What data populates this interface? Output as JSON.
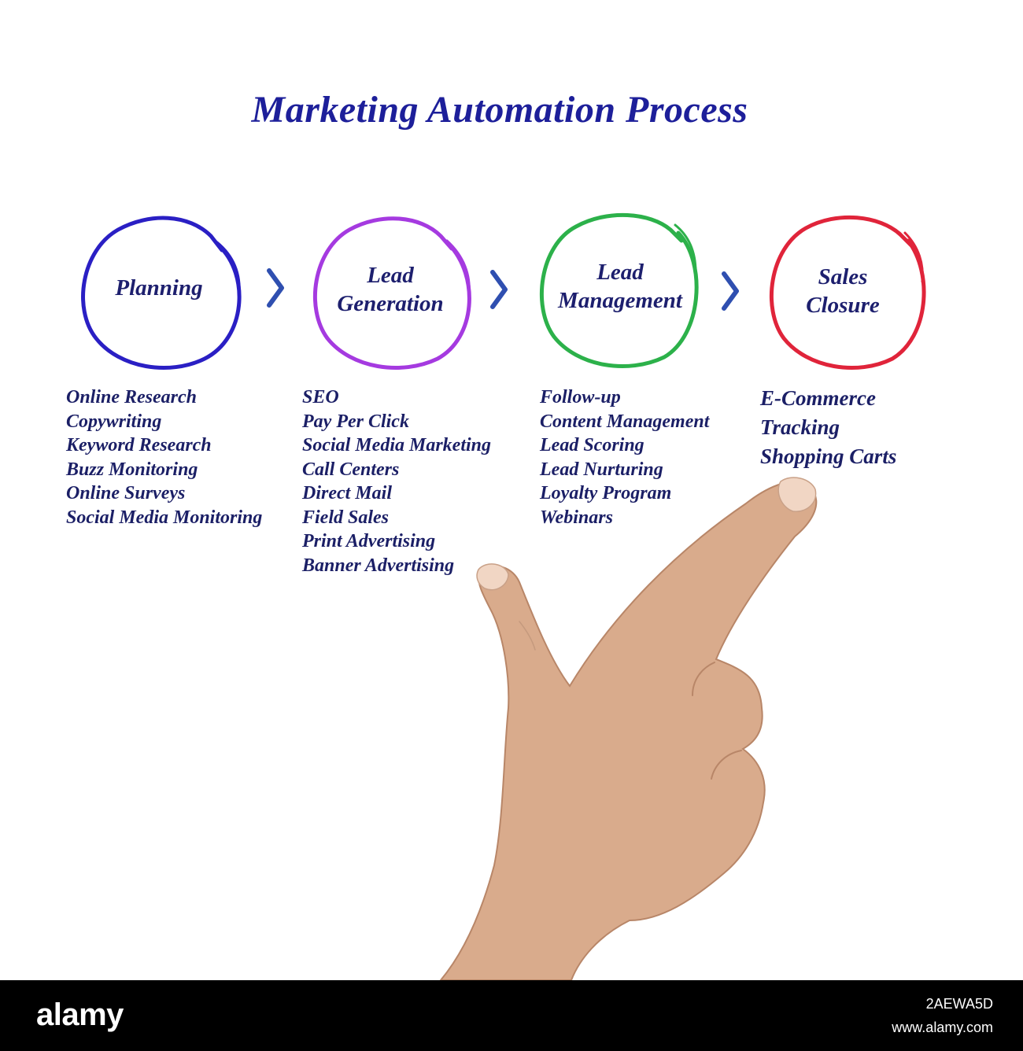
{
  "title": "Marketing Automation Process",
  "stages": [
    {
      "label_lines": [
        "Planning"
      ],
      "color": "#2a1fc4",
      "items": [
        "Online Research",
        "Copywriting",
        "Keyword Research",
        "Buzz Monitoring",
        "Online Surveys",
        "Social Media Monitoring"
      ]
    },
    {
      "label_lines": [
        "Lead",
        "Generation"
      ],
      "color": "#a53ae0",
      "items": [
        "SEO",
        "Pay Per Click",
        "Social Media Marketing",
        "Call Centers",
        "Direct Mail",
        "Field Sales",
        "Print Advertising",
        "Banner Advertising"
      ]
    },
    {
      "label_lines": [
        "Lead",
        "Management"
      ],
      "color": "#2cb14a",
      "items": [
        "Follow-up",
        "Content Management",
        "Lead Scoring",
        "Lead Nurturing",
        "Loyalty Program",
        "Webinars"
      ]
    },
    {
      "label_lines": [
        "Sales",
        "Closure"
      ],
      "color": "#e0243a",
      "items": [
        "E-Commerce",
        "Tracking",
        "Shopping Carts"
      ]
    }
  ],
  "arrow_color": "#2f4fb0",
  "footer": {
    "brand": "alamy",
    "image_id": "2AEWA5D",
    "site": "www.alamy.com"
  }
}
